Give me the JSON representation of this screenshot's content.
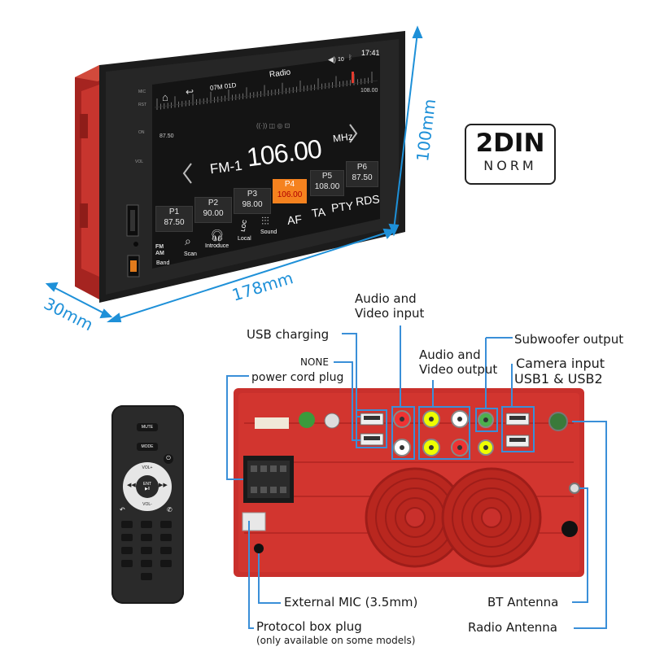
{
  "badge": {
    "line1": "2DIN",
    "line2": "NORM"
  },
  "dimensions": {
    "height": "100mm",
    "width": "178mm",
    "depth": "30mm"
  },
  "screen": {
    "title": "Radio",
    "date": "07M 01D",
    "time": "17:41",
    "volume": "10",
    "scale_left": "87.50",
    "scale_right": "108.00",
    "band": "FM-1",
    "frequency": "106.00",
    "unit": "MHz",
    "presets": [
      {
        "name": "P1",
        "freq": "87.50",
        "active": false
      },
      {
        "name": "P2",
        "freq": "90.00",
        "active": false
      },
      {
        "name": "P3",
        "freq": "98.00",
        "active": false
      },
      {
        "name": "P4",
        "freq": "106.00",
        "active": true
      },
      {
        "name": "P5",
        "freq": "108.00",
        "active": false
      },
      {
        "name": "P6",
        "freq": "87.50",
        "active": false
      }
    ],
    "functions": [
      "AF",
      "TA",
      "PTY",
      "RDS"
    ],
    "bottom_icons": [
      {
        "icon": "fm-am-band-icon",
        "label": "Band"
      },
      {
        "icon": "scan-icon",
        "label": "Scan"
      },
      {
        "icon": "introduce-icon",
        "label": "Introduce"
      },
      {
        "icon": "local-icon",
        "label": "Local"
      },
      {
        "icon": "sound-icon",
        "label": "Sound"
      }
    ],
    "side_labels": [
      "MIC",
      "RST",
      "ON",
      "VOL"
    ],
    "accent": "#f5821f"
  },
  "rear_labels": {
    "audio_video_input": [
      "Audio and",
      "Video input"
    ],
    "usb_charging": "USB charging",
    "subwoofer_output": "Subwoofer output",
    "none": "NONE",
    "audio_video_output": [
      "Audio and",
      "Video output"
    ],
    "camera_input": "Camera input",
    "usb1_usb2": "USB1 & USB2",
    "power_cord_plug": "power cord plug",
    "external_mic": "External MIC (3.5mm)",
    "bt_antenna": "BT Antenna",
    "protocol_box_plug": "Protocol box plug",
    "protocol_note": "(only available on some models)",
    "radio_antenna": "Radio Antenna"
  },
  "remote": {
    "mute": "MUTE",
    "mode": "MODE",
    "vol_plus": "VOL+",
    "vol_minus": "VOL-",
    "ent": "ENT"
  },
  "colors": {
    "body_red": "#c9302c",
    "dimension_blue": "#1e90d8",
    "leader_blue": "#3a8fd8",
    "screen_bg": "#141414"
  }
}
